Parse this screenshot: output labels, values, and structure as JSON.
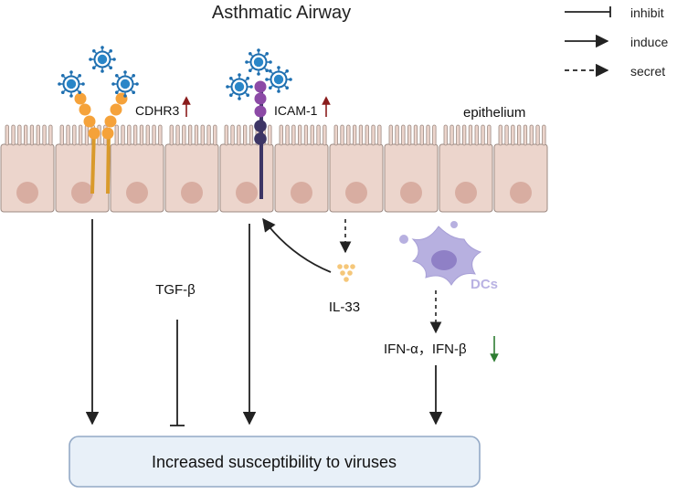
{
  "title": "Asthmatic Airway",
  "legend": [
    {
      "label": "inhibit",
      "style": "inhibit"
    },
    {
      "label": "induce",
      "style": "induce"
    },
    {
      "label": "secret",
      "style": "secret"
    }
  ],
  "labels": {
    "epithelium": "epithelium",
    "cdhr3": "CDHR3",
    "icam1": "ICAM-1",
    "tgf": "TGF-β",
    "il33": "IL-33",
    "dcs": "DCs",
    "ifn": "IFN-α，IFN-β",
    "outcome": "Increased susceptibility to viruses"
  },
  "colors": {
    "cell_fill": "#ecd5cc",
    "cell_stroke": "#9c8a82",
    "nucleus": "#d8ada1",
    "orange_bead": "#f5a23a",
    "purple_bead": "#8c4aa6",
    "navy_bead": "#3d3565",
    "virus": "#1e6fb0",
    "dc": "#b7b0e0",
    "up_arrow": "#8a1c1c",
    "down_arrow": "#2e7d32",
    "box_fill": "#e8f0f8",
    "box_stroke": "#93a9c6"
  }
}
